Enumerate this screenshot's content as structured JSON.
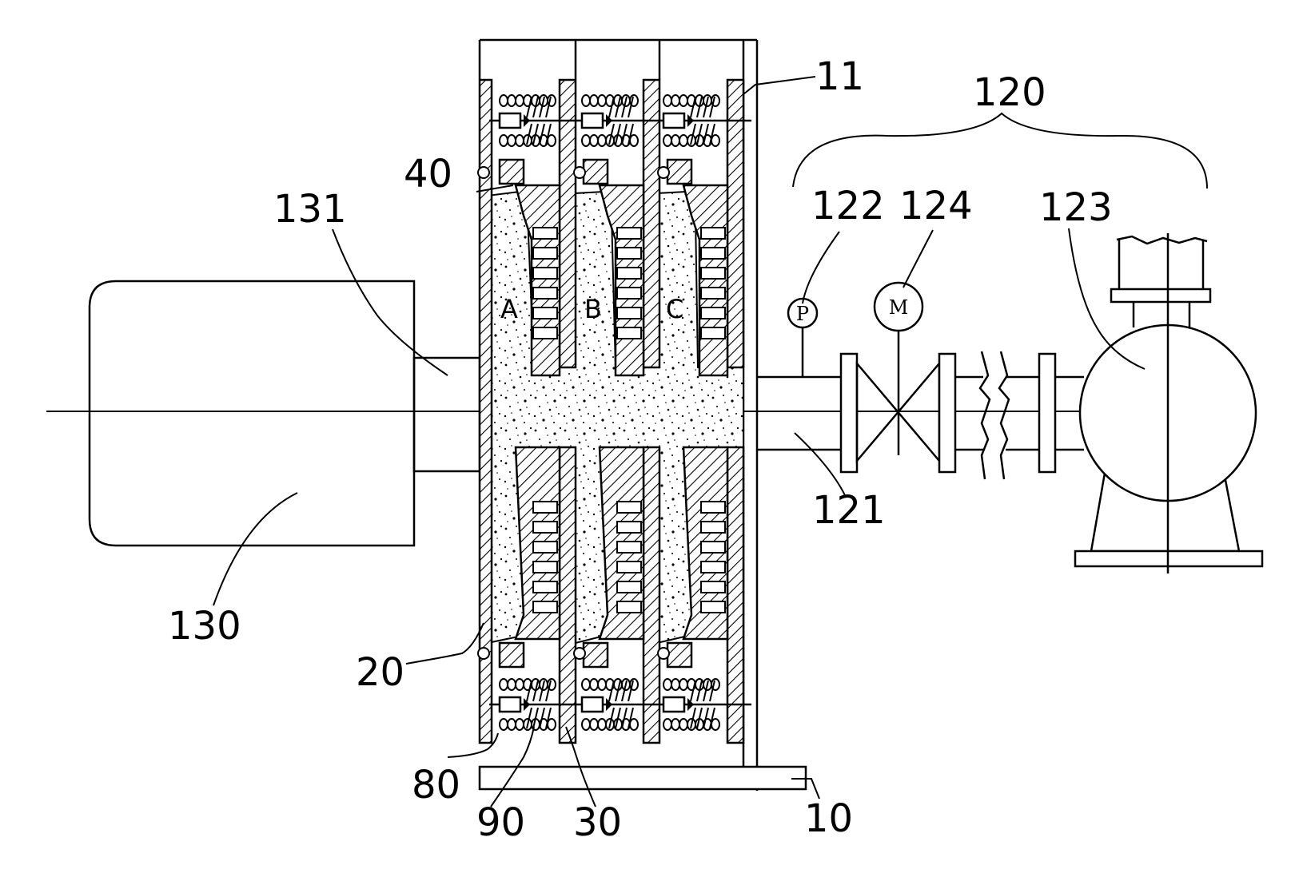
{
  "labels": {
    "base": "10",
    "frame_top": "11",
    "plate": "20",
    "spring": "30",
    "seal": "40",
    "lower_bolt": "80",
    "lower_nut": "90",
    "feed_system": "120",
    "feed_pipe": "121",
    "pressure_gauge": "122",
    "feed_pump": "123",
    "valve": "124",
    "press_unit": "130",
    "piston": "131"
  },
  "chambers": [
    "A",
    "B",
    "C"
  ],
  "gauge_symbols": {
    "pressure": "P",
    "motor": "M"
  },
  "colors": {
    "ink": "#000000",
    "background": "#ffffff"
  }
}
